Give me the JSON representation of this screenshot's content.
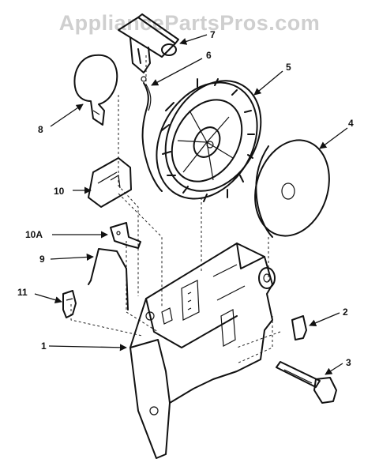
{
  "watermark": "AppliancePartsPros.com",
  "callouts": {
    "c1": "1",
    "c2": "2",
    "c3": "3",
    "c4": "4",
    "c5": "5",
    "c6": "6",
    "c7": "7",
    "c8": "8",
    "c9": "9",
    "c10": "10",
    "c10a": "10A",
    "c11": "11"
  }
}
